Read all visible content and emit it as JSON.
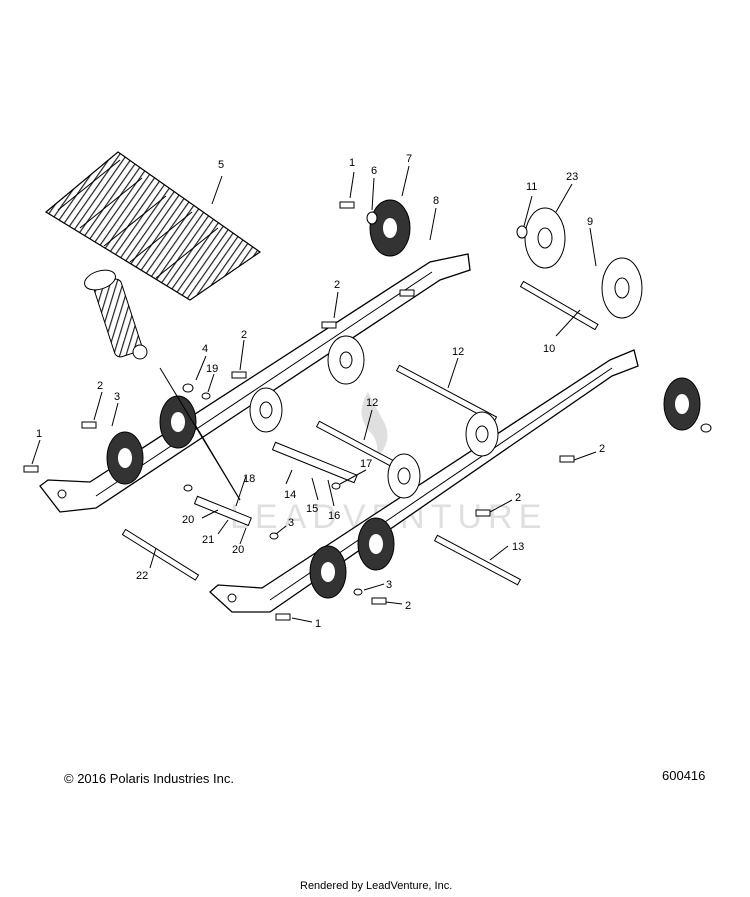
{
  "copyright": "© 2016 Polaris Industries Inc.",
  "diagram_id": "600416",
  "rendered_by": "Rendered by LeadVenture, Inc.",
  "watermark": "LEADVENTURE",
  "callouts": [
    "1",
    "2",
    "3",
    "4",
    "5",
    "6",
    "7",
    "8",
    "9",
    "10",
    "11",
    "12",
    "13",
    "14",
    "15",
    "16",
    "17",
    "18",
    "19",
    "20",
    "21",
    "22",
    "23"
  ]
}
